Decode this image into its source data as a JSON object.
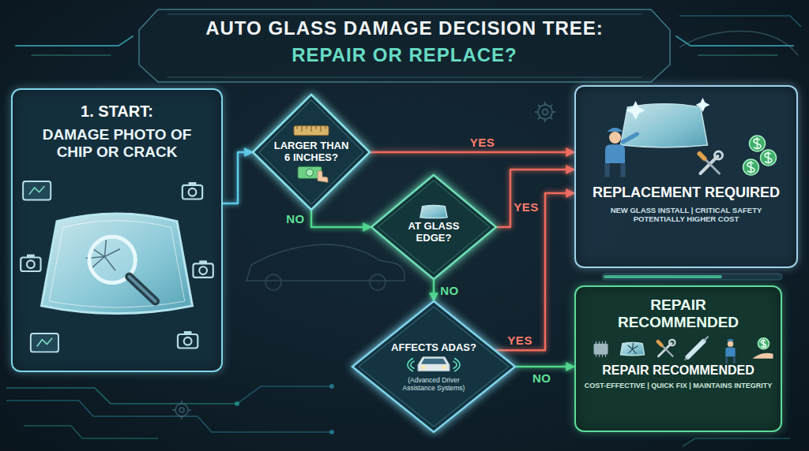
{
  "diagram": {
    "title": "AUTO GLASS DAMAGE DECISION TREE:",
    "nodes": [
      {
        "text": [
          "1. START:",
          "DAMAGE PHOTO OF CHIP OR CRACK"
        ]
      },
      {
        "text": [
          "LARGER THAN 6 INCHES?"
        ]
      },
      {
        "text": [
          "AT GLASS EDGE?"
        ]
      },
      {
        "text": [
          "AFFECTS ADAS?",
          "(Advanced Driver Assistance Systems)"
        ]
      },
      {
        "text": [
          "REPLACEMENT REQUIRED",
          "NEW GLASS INSTALL | CRITICAL SAFETY POTENTIALLY HIGHER COST"
        ]
      },
      {
        "text": [
          "REPAIR RECOMMENDED",
          "REPAIR RECOMMENDED",
          "COST-EFFECTIVE | QUICK FIX | MAINTAINS INTEGRITY"
        ]
      }
    ],
    "edges": [
      {
        "from": 0,
        "to": 1,
        "arrow": "to"
      },
      {
        "from": 1,
        "to": 4,
        "label": "YES",
        "arrow": "to"
      },
      {
        "from": 1,
        "to": 2,
        "label": "NO",
        "arrow": "to"
      },
      {
        "from": 2,
        "to": 4,
        "label": "YES",
        "arrow": "to"
      },
      {
        "from": 2,
        "to": 3,
        "label": "NO",
        "arrow": "to"
      },
      {
        "from": 3,
        "to": 4,
        "label": "YES",
        "arrow": "to"
      },
      {
        "from": 3,
        "to": 5,
        "label": "NO",
        "arrow": "to"
      }
    ],
    "labels": [
      "REPAIR OR REPLACE?"
    ]
  }
}
